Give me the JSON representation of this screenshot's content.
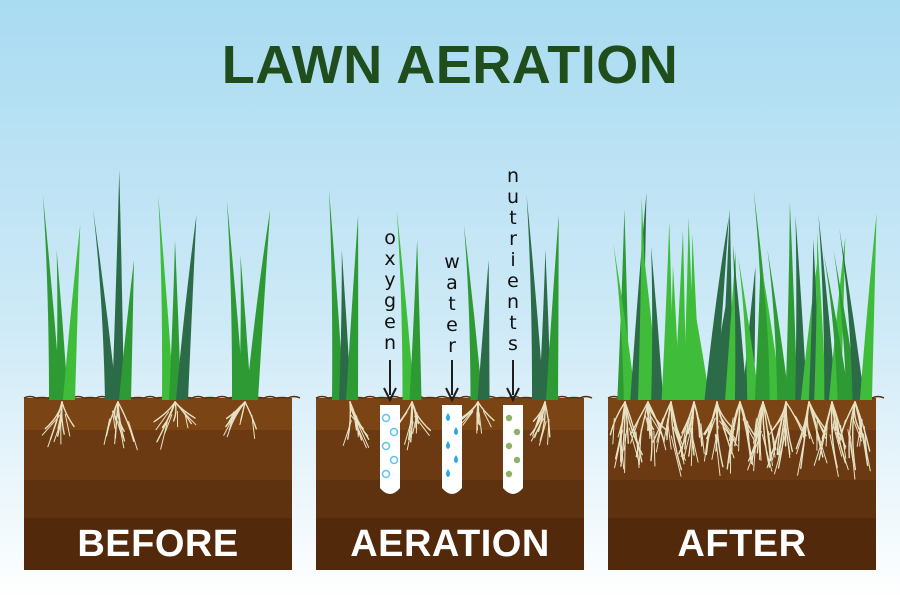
{
  "title": "LAWN AERATION",
  "panels": [
    {
      "label": "BEFORE"
    },
    {
      "label": "AERATION"
    },
    {
      "label": "AFTER"
    }
  ],
  "aeration_inputs": [
    {
      "label": "oxygen",
      "particle": "bubbles"
    },
    {
      "label": "water",
      "particle": "drops"
    },
    {
      "label": "nutrients",
      "particle": "granules"
    }
  ],
  "colors": {
    "sky_top": "#a9dbf1",
    "title": "#1f4d1c",
    "soil_top": "#7a4415",
    "soil_mid": "#6b3a12",
    "soil_bottom": "#52290a",
    "grass_light": "#3fbd3a",
    "grass_mid": "#2e9a34",
    "grass_dark": "#2c6b48",
    "roots": "#e8e2c4",
    "oxygen": "#5cc4e8",
    "water": "#2aa6e0",
    "nutrients": "#8fb06a"
  }
}
